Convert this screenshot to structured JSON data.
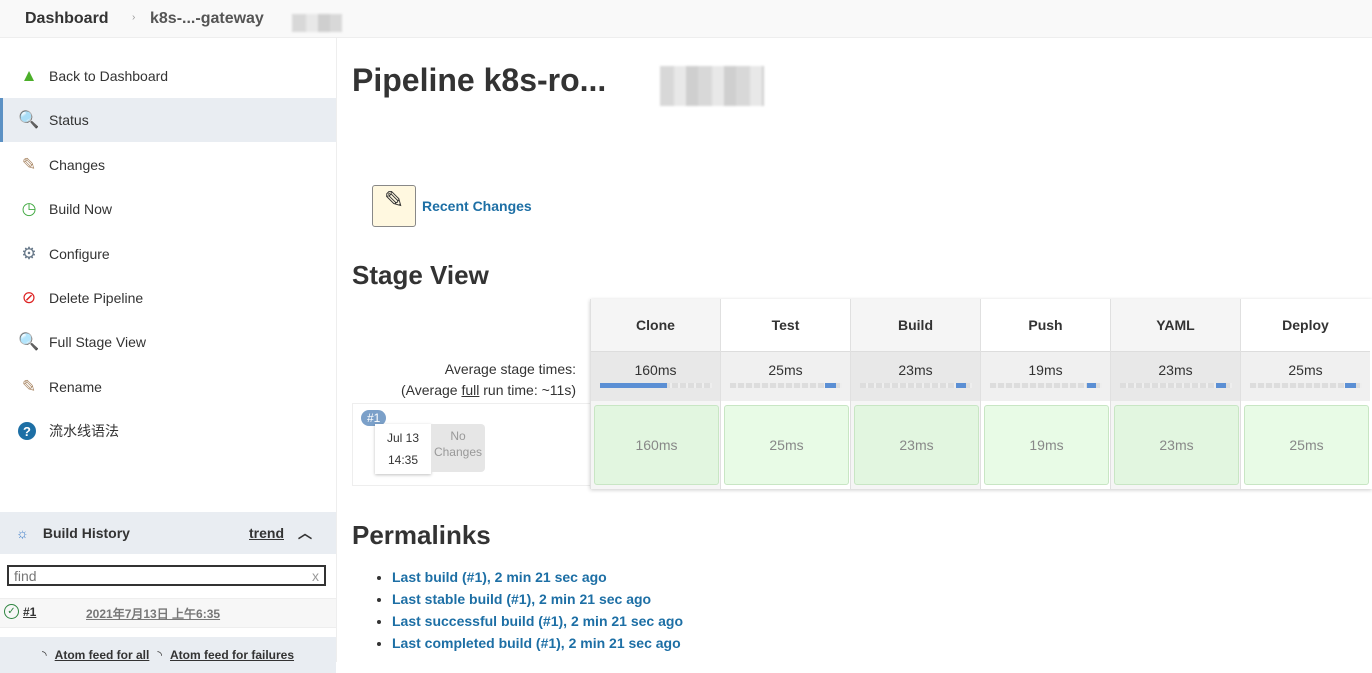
{
  "breadcrumb": {
    "dashboard": "Dashboard",
    "job": "k8s-...-gateway"
  },
  "sidebar": {
    "items": [
      {
        "label": "Back to Dashboard",
        "icon": "up-arrow-icon"
      },
      {
        "label": "Status",
        "icon": "magnifier-icon"
      },
      {
        "label": "Changes",
        "icon": "notepad-icon"
      },
      {
        "label": "Build Now",
        "icon": "clock-play-icon"
      },
      {
        "label": "Configure",
        "icon": "gear-icon"
      },
      {
        "label": "Delete Pipeline",
        "icon": "no-entry-icon"
      },
      {
        "label": "Full Stage View",
        "icon": "magnifier-icon"
      },
      {
        "label": "Rename",
        "icon": "notepad-icon"
      },
      {
        "label": "流水线语法",
        "icon": "help-icon"
      }
    ]
  },
  "build_history": {
    "title": "Build History",
    "trend": "trend",
    "find_placeholder": "find",
    "clear": "x",
    "builds": [
      {
        "number": "#1",
        "date": "2021年7月13日 上午6:35",
        "status": "success"
      }
    ],
    "feed_all": "Atom feed for all",
    "feed_failures": "Atom feed for failures"
  },
  "main": {
    "title": "Pipeline k8s-ro...",
    "recent_changes": "Recent Changes",
    "stage_view_title": "Stage View",
    "avg_label": "Average stage times:",
    "avg_full_prefix": "(Average ",
    "avg_full_link": "full",
    "avg_full_suffix": " run time: ~11s)",
    "stages": [
      {
        "name": "Clone",
        "avg": "160ms",
        "fill": 0.6,
        "run": "160ms"
      },
      {
        "name": "Test",
        "avg": "25ms",
        "fill": 0.1,
        "run": "25ms"
      },
      {
        "name": "Build",
        "avg": "23ms",
        "fill": 0.09,
        "run": "23ms"
      },
      {
        "name": "Push",
        "avg": "19ms",
        "fill": 0.08,
        "run": "19ms"
      },
      {
        "name": "YAML",
        "avg": "23ms",
        "fill": 0.09,
        "run": "23ms"
      },
      {
        "name": "Deploy",
        "avg": "25ms",
        "fill": 0.1,
        "run": "25ms"
      }
    ],
    "run": {
      "badge": "#1",
      "date": "Jul 13",
      "time": "14:35",
      "changes": "No Changes"
    },
    "permalinks_title": "Permalinks",
    "permalinks": [
      "Last build (#1), 2 min 21 sec ago",
      "Last stable build (#1), 2 min 21 sec ago",
      "Last successful build (#1), 2 min 21 sec ago",
      "Last completed build (#1), 2 min 21 sec ago"
    ],
    "colors": {
      "link": "#1d6fa5",
      "success_cell": "#e2f6e0",
      "bar": "#5b8fd4"
    }
  }
}
